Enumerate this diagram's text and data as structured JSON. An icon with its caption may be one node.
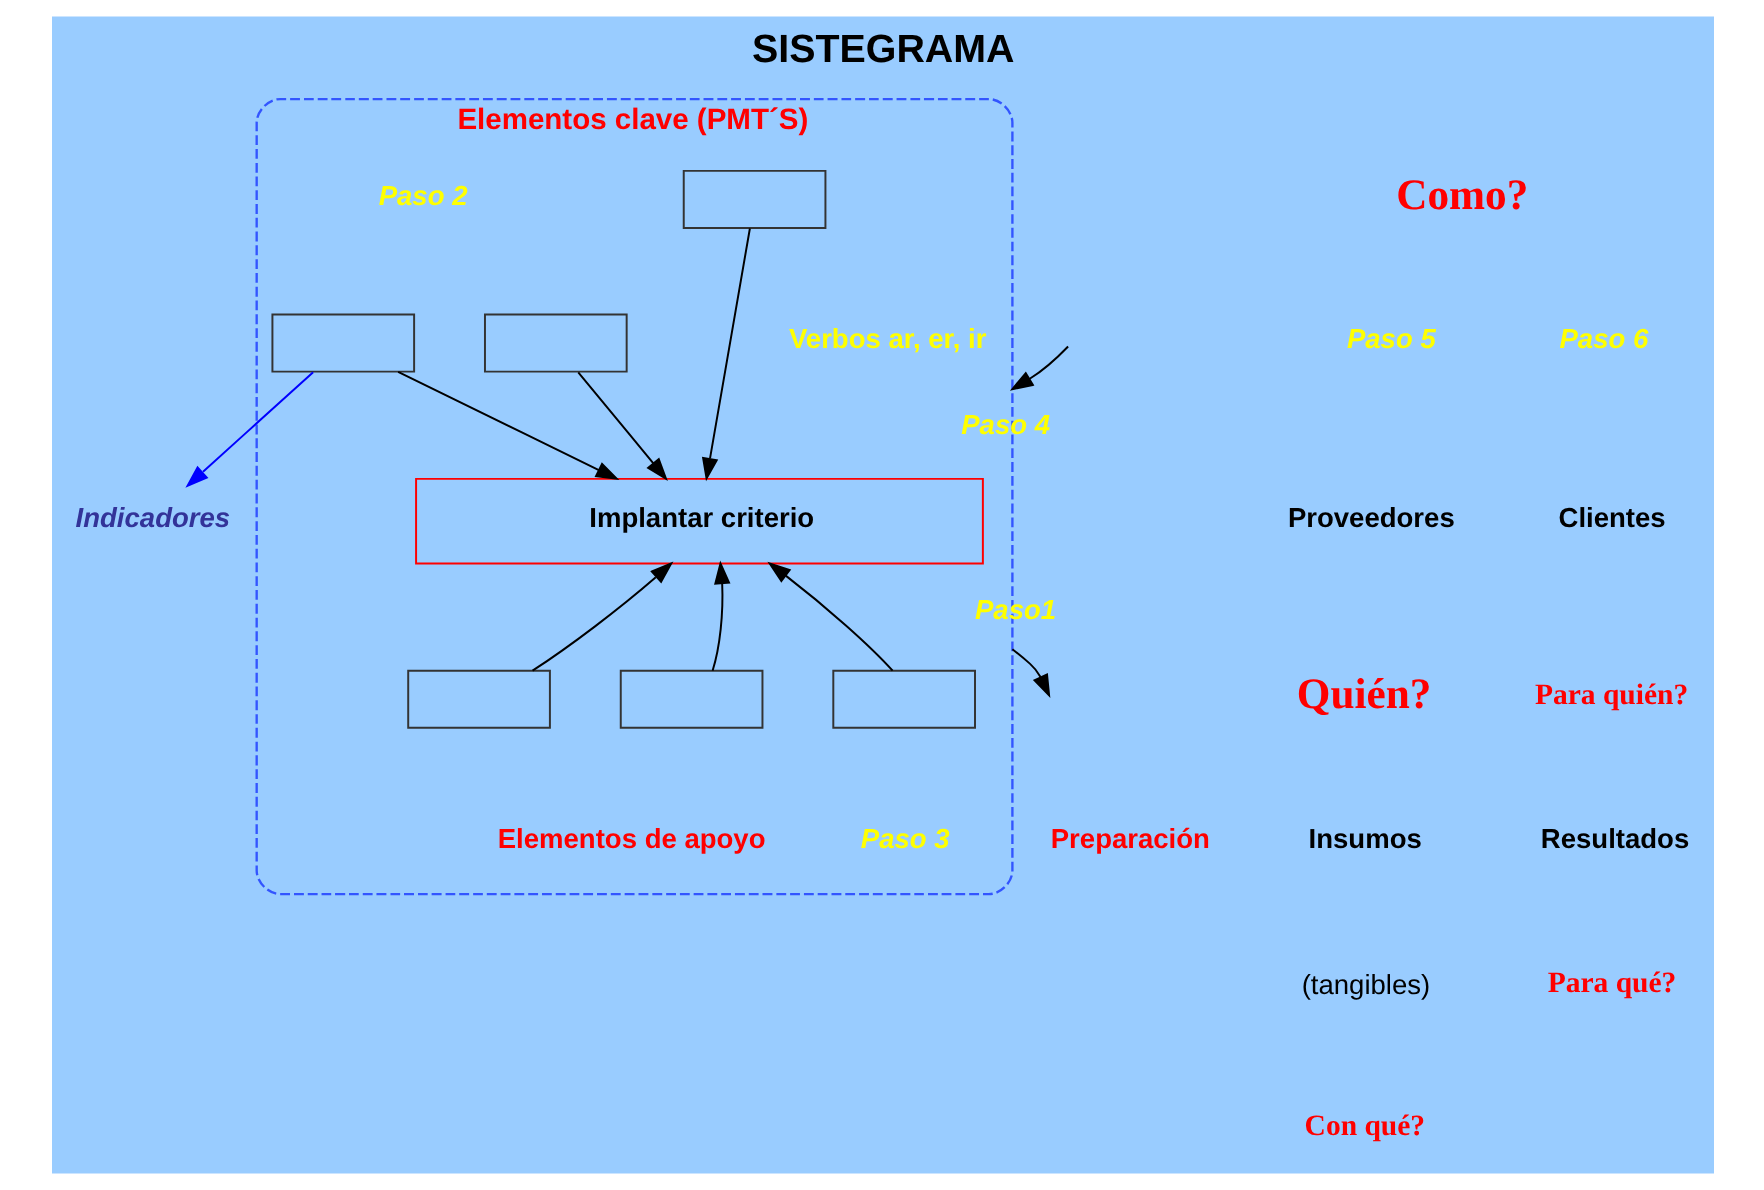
{
  "diagram": {
    "title": "SISTEGRAMA",
    "nodes": [
      {
        "text": [
          "Elementos clave (PMT´S)"
        ]
      },
      {
        "text": [],
        "shape": "box",
        "in": 0
      },
      {
        "text": [],
        "shape": "box",
        "in": 0
      },
      {
        "text": [],
        "shape": "box",
        "in": 0
      },
      {
        "text": [
          "Implantar criterio"
        ],
        "in": 0
      },
      {
        "text": [],
        "shape": "box",
        "in": 0
      },
      {
        "text": [],
        "shape": "box",
        "in": 0
      },
      {
        "text": [],
        "shape": "box",
        "in": 0
      },
      {
        "text": [
          "Indicadores"
        ]
      }
    ],
    "edges": [
      {
        "from": 1,
        "to": 4,
        "arrow": "to"
      },
      {
        "from": 2,
        "to": 4,
        "arrow": "to"
      },
      {
        "from": 3,
        "to": 4,
        "arrow": "to"
      },
      {
        "from": 5,
        "to": 4,
        "arrow": "to"
      },
      {
        "from": 6,
        "to": 4,
        "arrow": "to"
      },
      {
        "from": 7,
        "to": 4,
        "arrow": "to"
      },
      {
        "from": 3,
        "to": 8,
        "arrow": "to",
        "color": "#0000ff"
      },
      {
        "from": null,
        "to": 0,
        "arrow": "to",
        "label": "Paso 4"
      },
      {
        "from": 0,
        "to": null,
        "arrow": "to",
        "label": "Paso1"
      }
    ],
    "labels": [
      "Como?",
      "Paso 5",
      "Proveedores",
      "Quién?",
      "Paso 6",
      "Clientes",
      "Para quién?",
      "Paso 2",
      "Verbos ar, er, ir",
      "Insumos",
      "(tangibles)",
      "Con qué?",
      "Resultados",
      "Para qué?",
      "Elementos de apoyo",
      "Paso 3",
      "Preparación"
    ]
  }
}
